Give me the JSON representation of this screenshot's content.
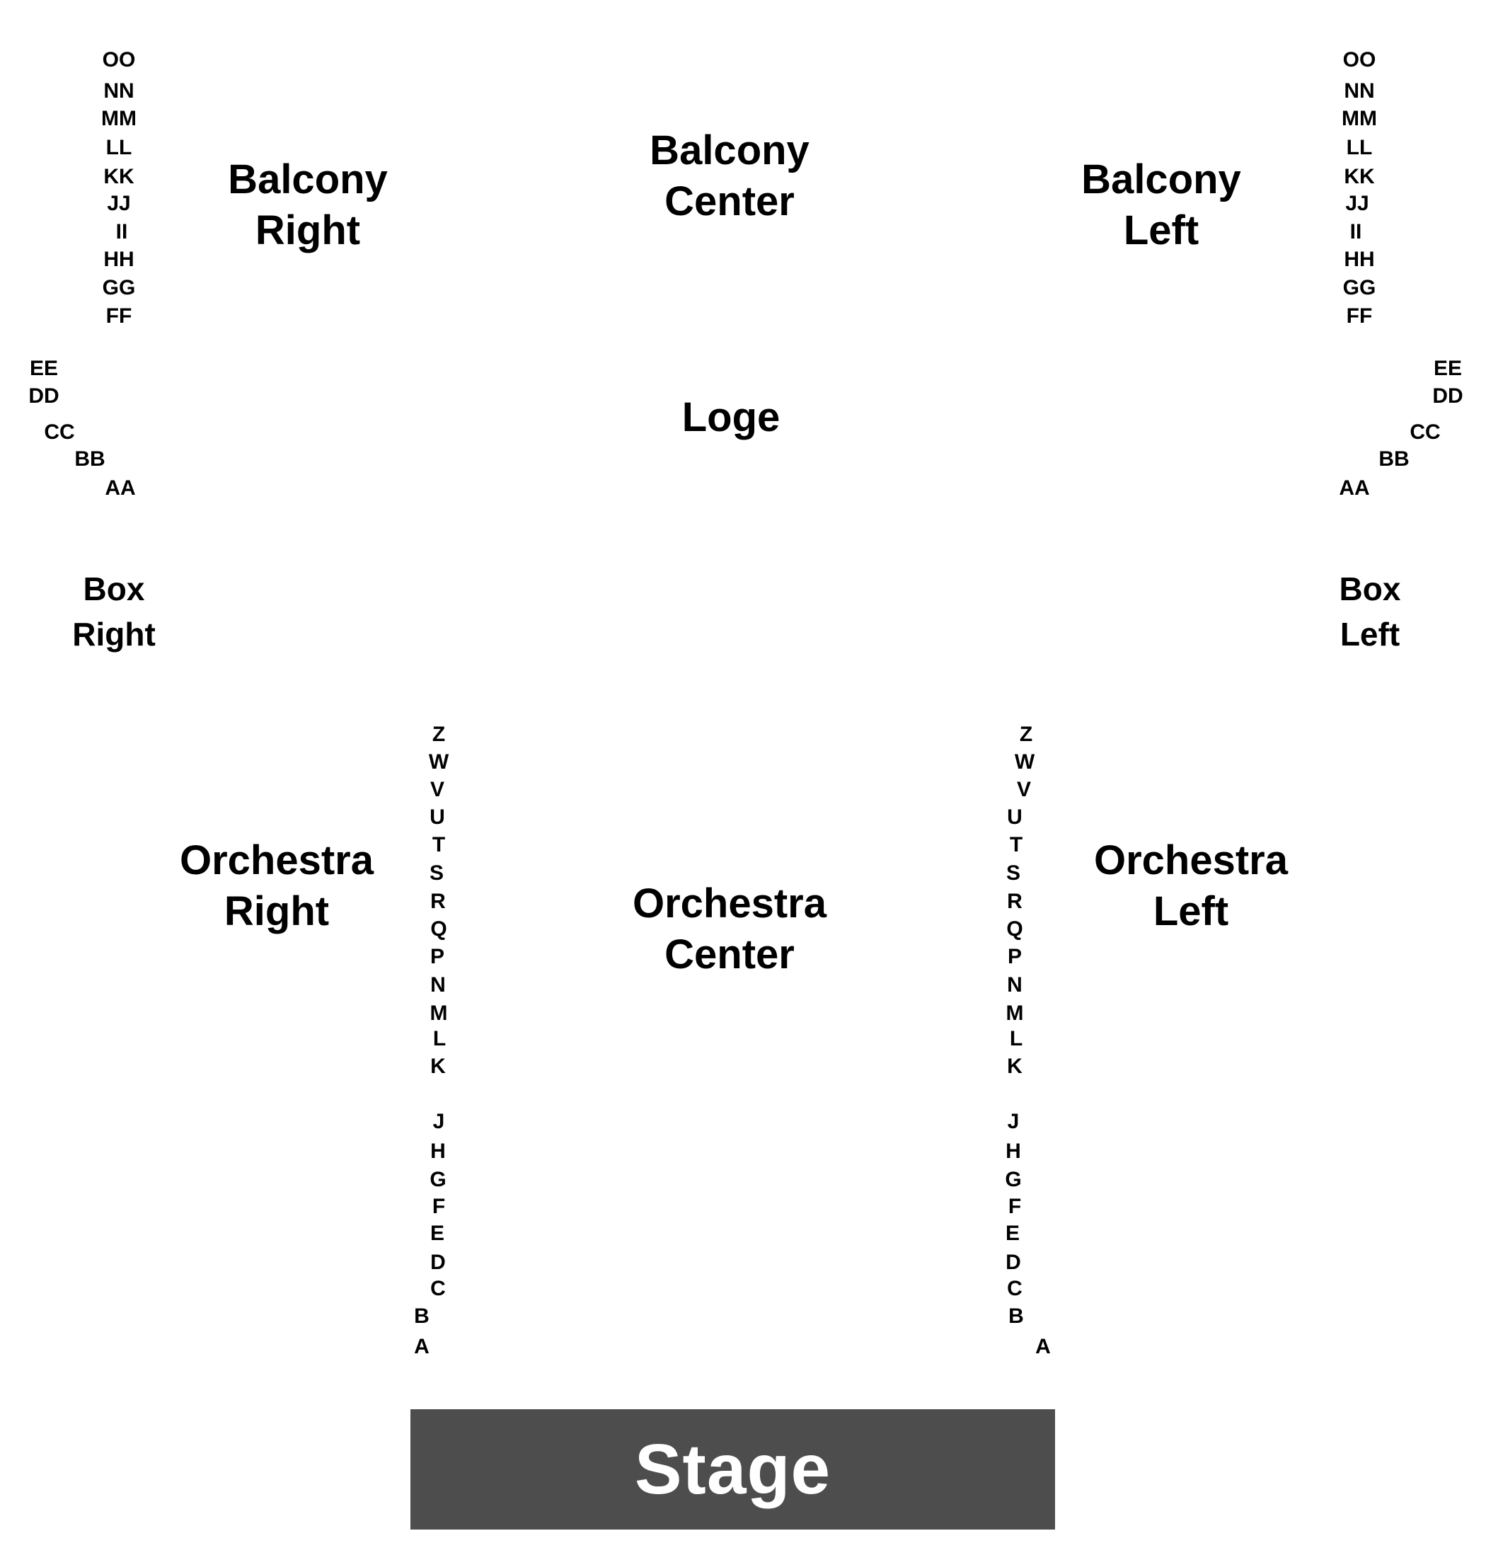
{
  "colors": {
    "background": "#ffffff",
    "text": "#000000",
    "stage_fill": "#4d4d4d",
    "stage_text": "#ffffff"
  },
  "sections": {
    "balcony_right": [
      "Balcony",
      "Right"
    ],
    "balcony_center": [
      "Balcony",
      "Center"
    ],
    "balcony_left": [
      "Balcony",
      "Left"
    ],
    "loge": "Loge",
    "box_right": [
      "Box",
      "Right"
    ],
    "box_left": [
      "Box",
      "Left"
    ],
    "orchestra_right": [
      "Orchestra",
      "Right"
    ],
    "orchestra_center": [
      "Orchestra",
      "Center"
    ],
    "orchestra_left": [
      "Orchestra",
      "Left"
    ]
  },
  "balcony_rows": [
    "OO",
    "NN",
    "MM",
    "LL",
    "KK",
    "JJ",
    "II",
    "HH",
    "GG",
    "FF"
  ],
  "loge_rows": [
    "EE",
    "DD",
    "CC",
    "BB",
    "AA"
  ],
  "orchestra_rows": [
    "Z",
    "W",
    "V",
    "U",
    "T",
    "S",
    "R",
    "Q",
    "P",
    "N",
    "M",
    "L",
    "K",
    "J",
    "H",
    "G",
    "F",
    "E",
    "D",
    "C",
    "B",
    "A"
  ],
  "stage": {
    "label": "Stage"
  }
}
